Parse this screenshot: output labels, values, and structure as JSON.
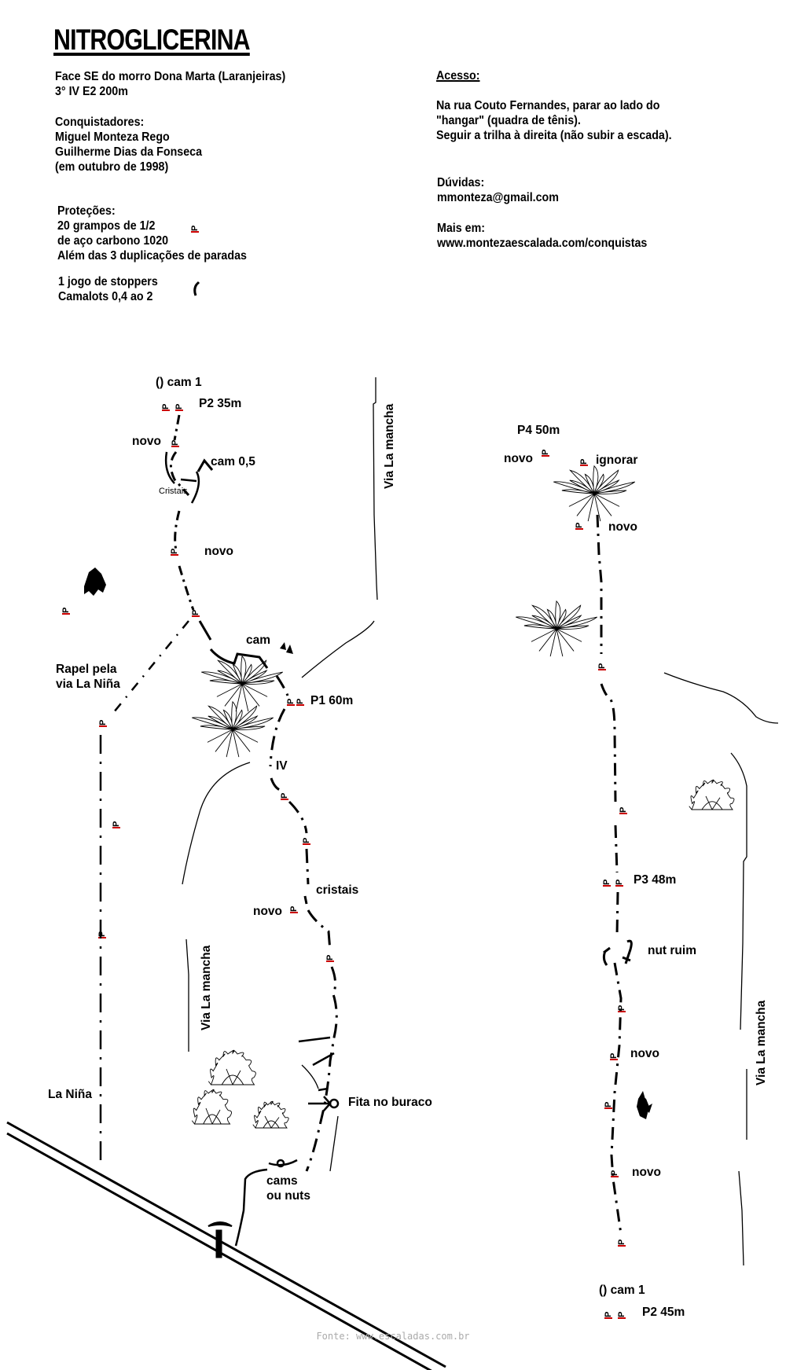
{
  "title": "NITROGLICERINA",
  "info": {
    "location": "Face SE do morro Dona Marta (Laranjeiras)",
    "grade": "3° IV E2  200m",
    "conq_label": "Conquistadores:",
    "conq": [
      "Miguel Monteza Rego",
      "Guilherme Dias da Fonseca",
      "(em outubro de 1998)"
    ],
    "prot_label": "Proteções:",
    "prot": [
      "20 grampos de 1/2",
      "de aço carbono 1020",
      "Além das 3 duplicações de paradas"
    ],
    "gear": [
      "1 jogo de stoppers",
      "Camalots 0,4 ao 2"
    ]
  },
  "access": {
    "label": "Acesso:",
    "lines": [
      "Na rua Couto Fernandes, parar ao lado do",
      "\"hangar\" (quadra de tênis).",
      "Seguir a trilha à direita (não subir a escada)."
    ],
    "doubts_label": "Dúvidas:",
    "email": "mmonteza@gmail.com",
    "more_label": "Mais em:",
    "url": "www.montezaescalada.com/conquistas"
  },
  "legend": {
    "bolt_symbol": "P",
    "bolt_color": "#cc0000"
  },
  "topo": {
    "l_cam1": "()   cam 1",
    "l_p2": "P2   35m",
    "l_novo1": "novo",
    "l_cam05": "cam  0,5",
    "l_cristais_small": "Cristais",
    "l_novo2": "novo",
    "l_cam": "cam",
    "l_rapel1": "Rapel pela",
    "l_rapel2": "via La Niña",
    "l_p1": "P1 60m",
    "l_iv": "IV",
    "l_cristais": "cristais",
    "l_novo3": "novo",
    "l_via1": "Via La mancha",
    "l_via2": "Via La mancha",
    "l_via3": "Via La mancha",
    "l_lanina": "La Niña",
    "l_fita": "Fita no buraco",
    "l_cams1": "cams",
    "l_cams2": "ou nuts",
    "r_p4": "P4 50m",
    "r_novo1": "novo",
    "r_ignorar": "ignorar",
    "r_novo2": "novo",
    "r_p3": "P3  48m",
    "r_nut": "nut ruim",
    "r_novo3": "novo",
    "r_novo4": "novo",
    "r_cam1": "()   cam 1",
    "r_p2": "P2  45m"
  },
  "source": "Fonte: www.escaladas.com.br"
}
